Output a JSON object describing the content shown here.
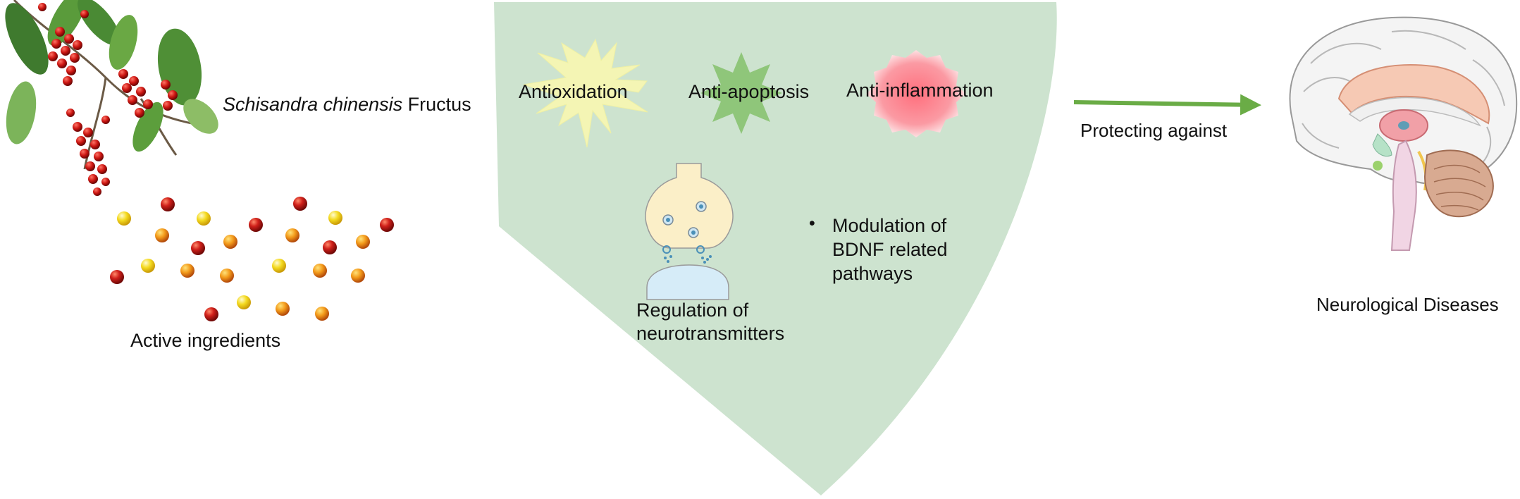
{
  "source": {
    "species_italic": "Schisandra chinensis",
    "species_rest": " Fructus",
    "ingredients_label": "Active ingredients"
  },
  "effects": {
    "antioxidation": "Antioxidation",
    "anti_apoptosis": "Anti-apoptosis",
    "anti_inflammation": "Anti-inflammation"
  },
  "mechanisms": {
    "neurotransmitters_line1": "Regulation of",
    "neurotransmitters_line2": "neurotransmitters",
    "bdnf_bullet": "•",
    "bdnf_line1": "Modulation of",
    "bdnf_line2": "BDNF related",
    "bdnf_line3": "pathways"
  },
  "outcome": {
    "arrow_label": "Protecting against",
    "target_label": "Neurological Diseases"
  },
  "colors": {
    "panel": "#cde3cf",
    "arrow": "#6aac46",
    "antioxidation_burst": "#f4f5b4",
    "anti_apoptosis_star": "#8fc67a",
    "anti_inflammation_burst": "#fa8f98"
  }
}
